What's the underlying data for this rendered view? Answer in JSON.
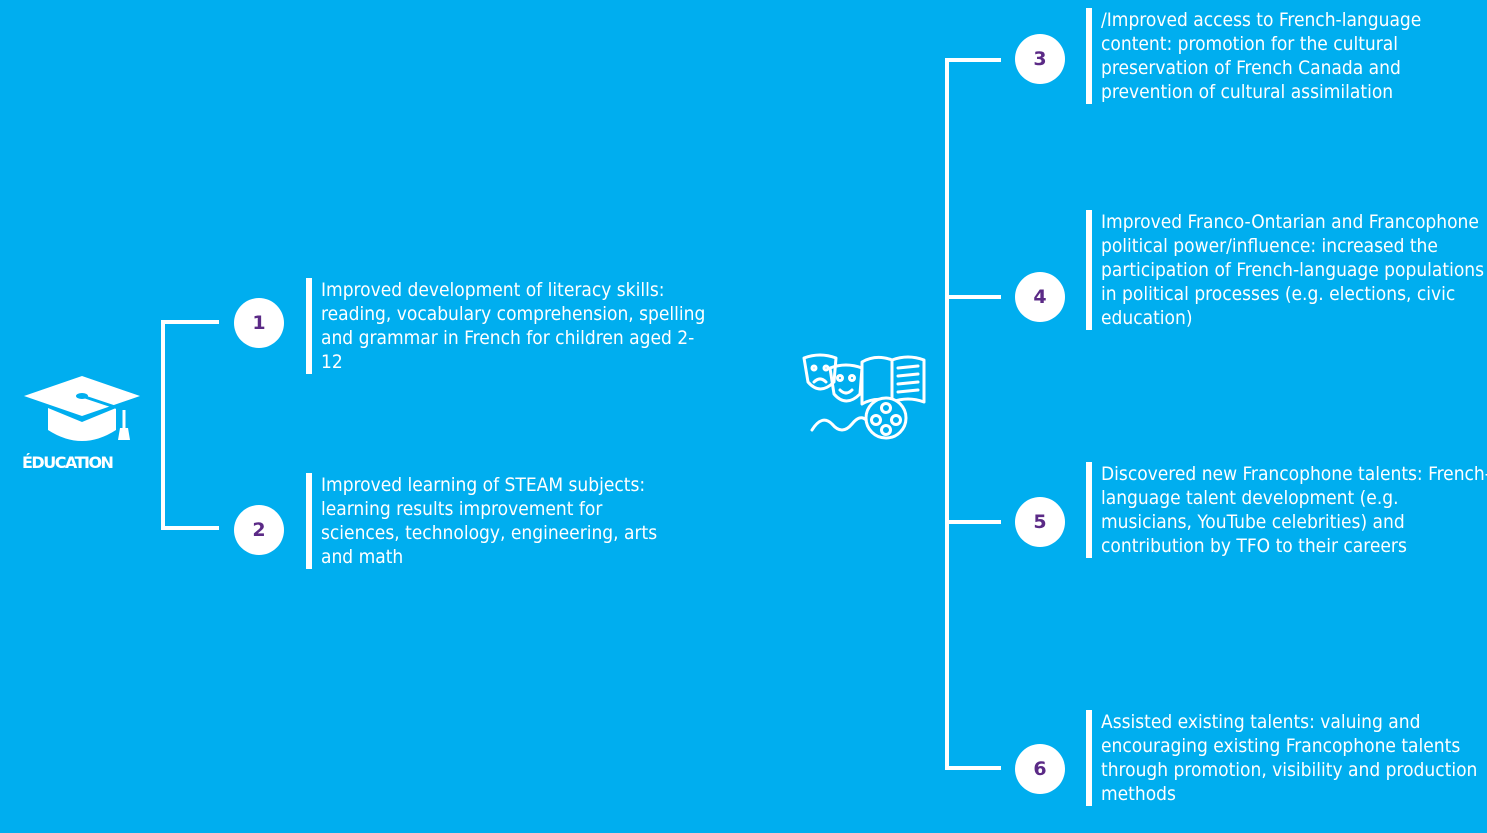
{
  "colors": {
    "background": "#00aeef",
    "badge_bg": "#ffffff",
    "badge_text": "#5b2a86",
    "lines": "#ffffff"
  },
  "education": {
    "label": "ÉDUCATION",
    "icon": "graduation-cap-icon",
    "items": [
      {
        "number": "1",
        "text": "Improved development of literacy skills: reading, vocabulary comprehension, spelling and grammar in French for children aged 2-12"
      },
      {
        "number": "2",
        "text": "Improved learning of STEAM subjects: learning results improvement for sciences, technology, engineering, arts and math"
      }
    ]
  },
  "culture": {
    "icon": "culture-masks-book-film-icon",
    "items": [
      {
        "number": "3",
        "text": "/Improved access to French-language content: promotion for the cultural preservation of French Canada and prevention of cultural assimilation"
      },
      {
        "number": "4",
        "text": "Improved Franco-Ontarian and Francophone political power/influence: increased the participation of French-language populations in political processes (e.g. elections, civic education)"
      },
      {
        "number": "5",
        "text": "Discovered new Francophone talents: French-language talent development (e.g. musicians, YouTube celebrities) and contribution by TFO to their careers"
      },
      {
        "number": "6",
        "text": "Assisted existing talents: valuing and encouraging existing Francophone talents through promotion, visibility and production methods"
      }
    ]
  }
}
